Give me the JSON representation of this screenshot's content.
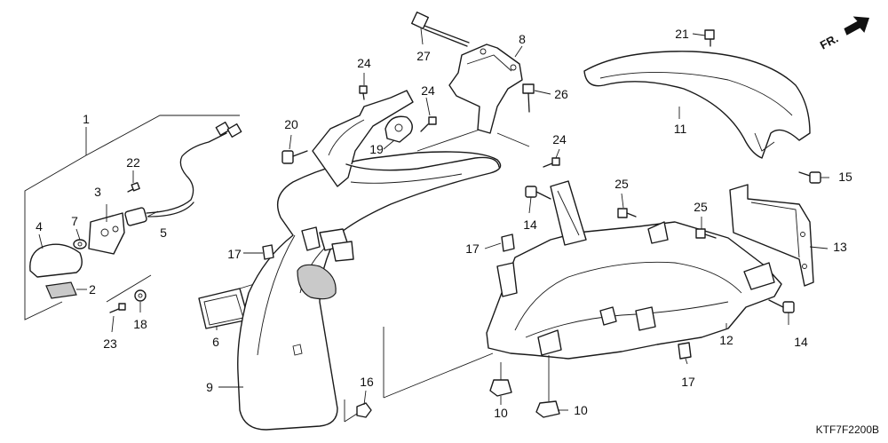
{
  "diagram": {
    "code": "KTF7F2200B",
    "direction_label": "FR.",
    "parts": [
      "1",
      "2",
      "3",
      "4",
      "5",
      "6",
      "7",
      "8",
      "9",
      "10",
      "10",
      "11",
      "12",
      "13",
      "14",
      "14",
      "15",
      "16",
      "17",
      "17",
      "17",
      "18",
      "19",
      "20",
      "21",
      "22",
      "23",
      "24",
      "24",
      "24",
      "25",
      "25",
      "26",
      "27"
    ]
  }
}
